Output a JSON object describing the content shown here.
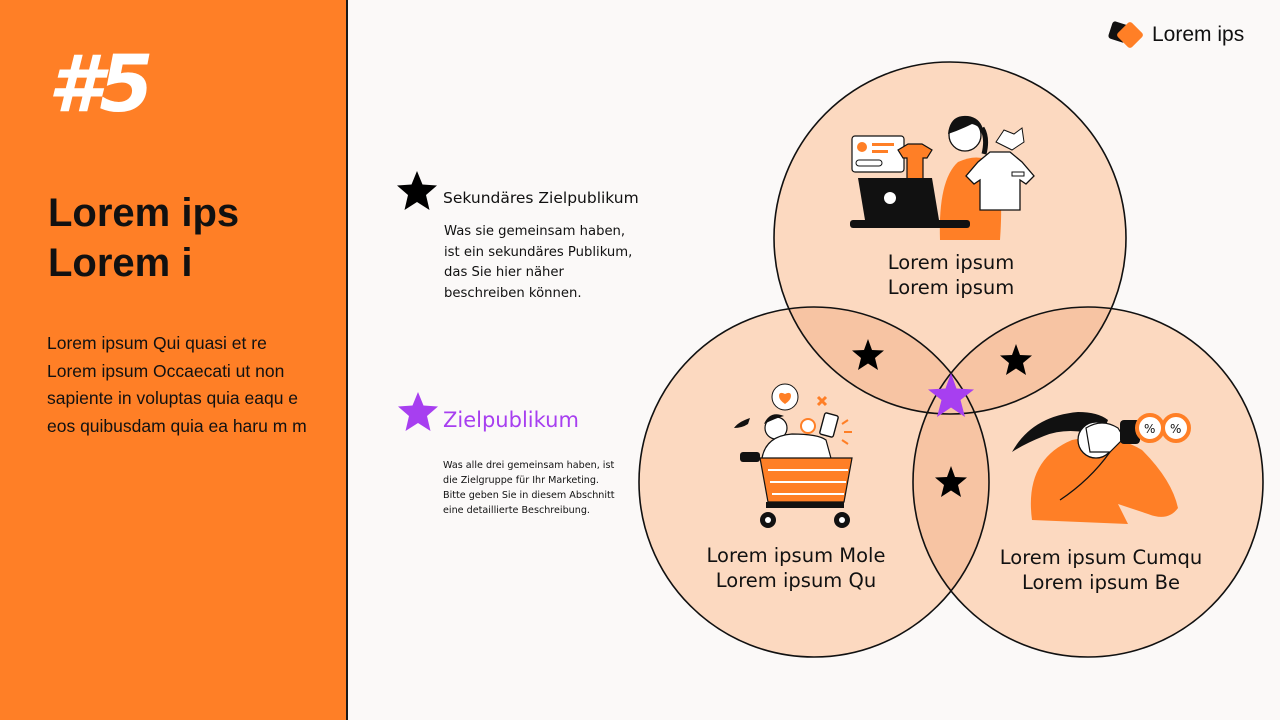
{
  "slide": {
    "number": "#5",
    "title_line1": "Lorem ips",
    "title_line2": "Lorem i",
    "body": "Lorem ipsum Qui quasi et re Lorem ipsum Occaecati ut non sapiente in voluptas quia eaqu e eos quibusdam quia ea haru m m"
  },
  "brand": {
    "name": "Lorem ips",
    "logo_icon": "overlapping-squares-logo"
  },
  "legend": {
    "secondary": {
      "title": "Sekundäres Zielpublikum",
      "description": "Was sie gemeinsam haben, ist ein sekundäres Publikum, das Sie hier näher beschreiben können.",
      "star_color": "#000000"
    },
    "primary": {
      "title": "Zielpublikum",
      "description": "Was alle drei gemeinsam haben, ist die Zielgruppe für Ihr Marketing. Bitte geben Sie in diesem Abschnitt eine detaillierte Beschreibung.",
      "star_color": "#a73ff0"
    }
  },
  "venn": {
    "top": {
      "line1": "Lorem ipsum",
      "line2": "Lorem ipsum",
      "illustration": "online-shopping-laptop"
    },
    "left": {
      "line1": "Lorem ipsum Mole",
      "line2": "Lorem ipsum Qu",
      "illustration": "shopping-cart-person"
    },
    "right": {
      "line1": "Lorem ipsum Cumqu",
      "line2": "Lorem ipsum Be",
      "illustration": "binoculars-discount-person"
    }
  },
  "colors": {
    "accent": "#ff7f26",
    "circle_fill": "#fcd9c0",
    "overlap_fill": "#f7c4a3",
    "primary_star": "#a73ff0",
    "background": "#fbf9f8"
  }
}
